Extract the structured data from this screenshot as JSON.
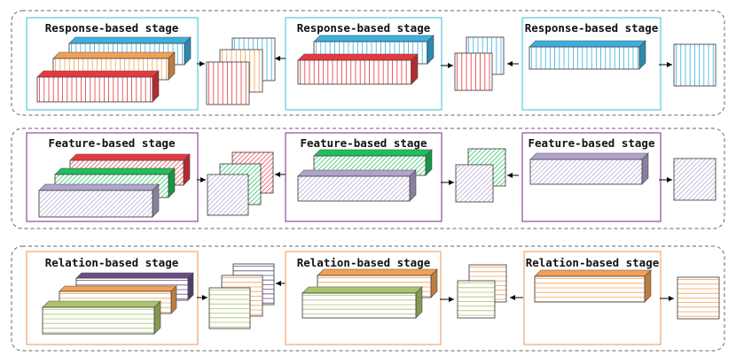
{
  "rows": [
    {
      "id": "response",
      "border": "#5bc8e0",
      "pattern": "vertical",
      "labels": [
        "Response-based stage",
        "Response-based stage",
        "Response-based stage"
      ],
      "colors": {
        "red": "#e8383d",
        "orange": "#f4a053",
        "blue": "#3bb0e0"
      }
    },
    {
      "id": "feature",
      "border": "#8e4a9b",
      "pattern": "diagonal",
      "labels": [
        "Feature-based stage",
        "Feature-based stage",
        "Feature-based stage"
      ],
      "colors": {
        "red": "#e8383d",
        "green": "#1fbf5a",
        "lavender": "#b1a3cc"
      }
    },
    {
      "id": "relation",
      "border": "#f2a470",
      "pattern": "horizontal",
      "labels": [
        "Relation-based stage",
        "Relation-based stage",
        "Relation-based stage"
      ],
      "colors": {
        "purple": "#6a4f86",
        "orange": "#f4a053",
        "olive": "#a9c46a"
      }
    }
  ]
}
